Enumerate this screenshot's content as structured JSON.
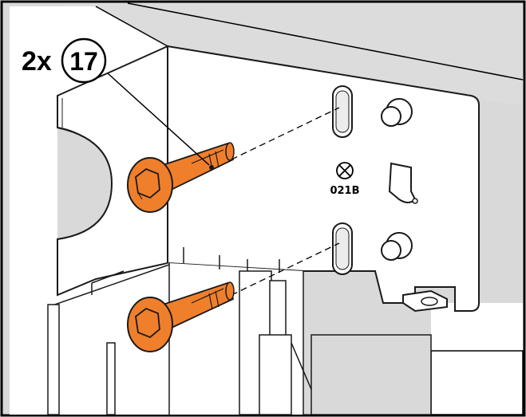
{
  "callout": {
    "quantity": "2x",
    "part_number": "17"
  },
  "marking": {
    "code": "021B",
    "symbol": "nut-symbol"
  },
  "colors": {
    "background_grey": "#d9d9d9",
    "plate_white": "#ffffff",
    "anchor_orange": "#f07f2c",
    "anchor_dark": "#b85a12",
    "outline": "#1a1a1a"
  }
}
